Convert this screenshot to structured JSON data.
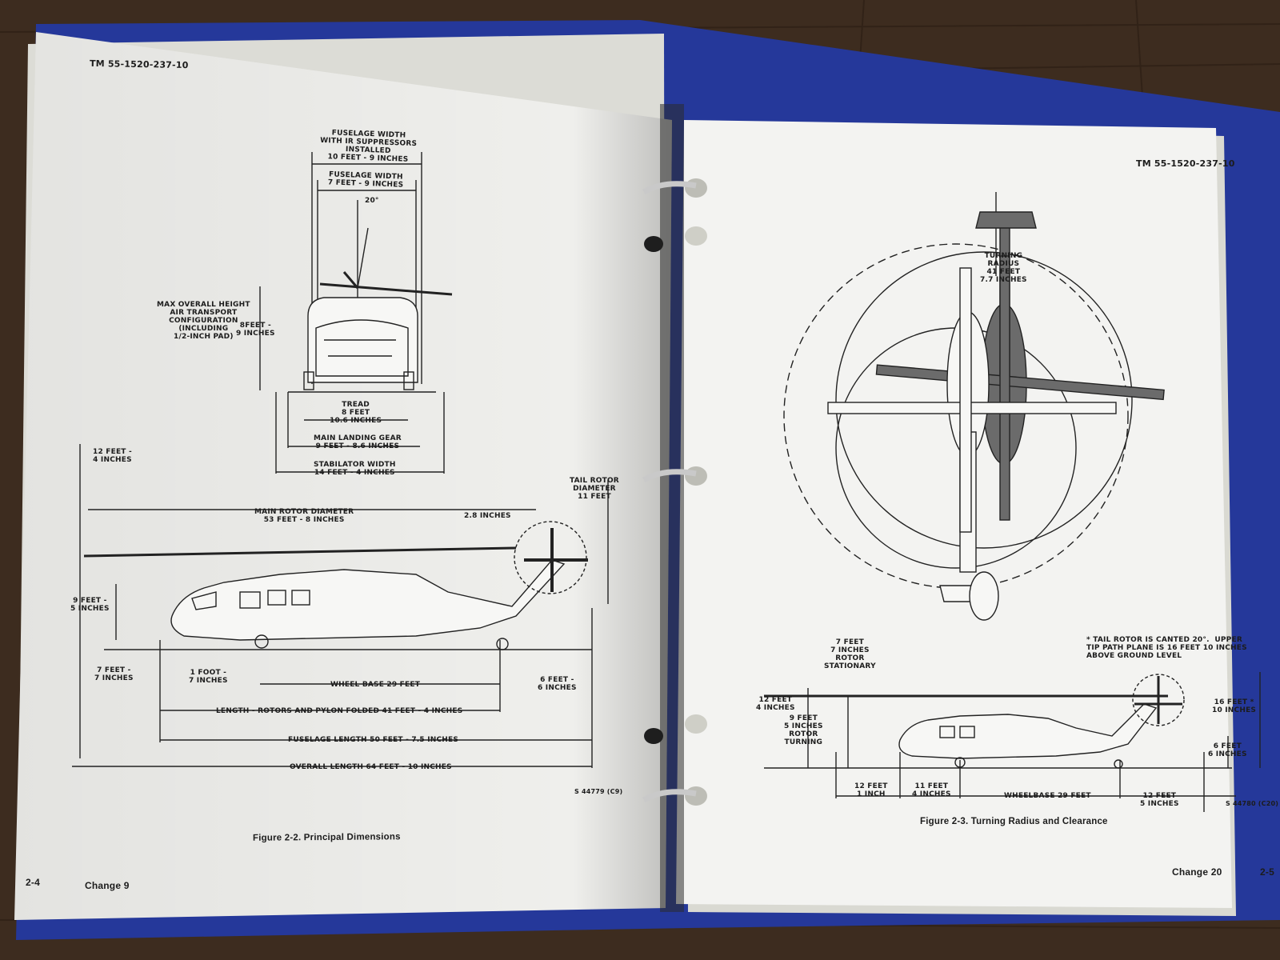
{
  "left_page": {
    "header": "TM 55-1520-237-10",
    "labels": {
      "fuselage_width_ir": "FUSELAGE WIDTH\nWITH IR SUPPRESSORS\nINSTALLED\n10 FEET - 9 INCHES",
      "fuselage_width": "FUSELAGE WIDTH\n7 FEET - 9 INCHES",
      "angle_20": "20°",
      "max_height": "MAX OVERALL HEIGHT\nAIR TRANSPORT\nCONFIGURATION\n(INCLUDING\n1/2-INCH PAD)",
      "max_height_value": "8FEET -\n9 INCHES",
      "tread": "TREAD\n8 FEET\n10.6 INCHES",
      "main_landing_gear": "MAIN LANDING GEAR\n9 FEET - 8.6 INCHES",
      "stabilator_width": "STABILATOR WIDTH\n14 FEET - 4 INCHES",
      "height_12_4": "12 FEET -\n4 INCHES",
      "tail_rotor_diameter": "TAIL ROTOR\nDIAMETER\n11 FEET",
      "main_rotor_diameter": "MAIN ROTOR DIAMETER\n53 FEET - 8 INCHES",
      "clearance_2_8": "2.8 INCHES",
      "height_9_5": "9 FEET -\n5 INCHES",
      "height_7_7": "7 FEET -\n7 INCHES",
      "one_foot_7": "1 FOOT -\n7 INCHES",
      "wheel_base": "WHEEL BASE 29 FEET",
      "height_6_6": "6 FEET -\n6 INCHES",
      "length_folded": "LENGTH - ROTORS AND PYLON FOLDED 41 FEET - 4 INCHES",
      "fuselage_length": "FUSELAGE LENGTH 50 FEET - 7.5 INCHES",
      "overall_length": "OVERALL LENGTH 64 FEET - 10 INCHES",
      "drawing_number": "S 44779 (C9)"
    },
    "caption": "Figure 2-2. Principal Dimensions",
    "page_number": "2-4",
    "change": "Change 9"
  },
  "right_page": {
    "header": "TM 55-1520-237-10",
    "labels": {
      "turning_radius": "TURNING\nRADIUS\n41 FEET\n7.7 INCHES",
      "tail_rotor_note": "* TAIL ROTOR IS CANTED 20°.  UPPER\nTIP PATH PLANE IS 16 FEET 10 INCHES\nABOVE GROUND LEVEL",
      "rotor_stationary": "7 FEET\n7 INCHES\nROTOR\nSTATIONARY",
      "height_12_4": "12 FEET\n4 INCHES",
      "rotor_turning": "9 FEET\n5 INCHES\nROTOR\nTURNING",
      "height_16_10": "16 FEET *\n10 INCHES",
      "height_6_6": "6 FEET\n6 INCHES",
      "len_12_1": "12 FEET\n1 INCH",
      "len_11_4": "11 FEET\n4 INCHES",
      "wheelbase": "WHEELBASE 29 FEET",
      "len_12_5": "12 FEET\n5 INCHES",
      "drawing_number": "S 44780 (C20)"
    },
    "caption": "Figure 2-3. Turning Radius and Clearance",
    "change": "Change 20",
    "page_number": "2-5"
  },
  "colors": {
    "paper": "#f3f3f1",
    "ink": "#1c1c1c",
    "binder": "#25389a",
    "table": "#3a2a1e",
    "fuselage_fill": "#6b6b6b"
  }
}
